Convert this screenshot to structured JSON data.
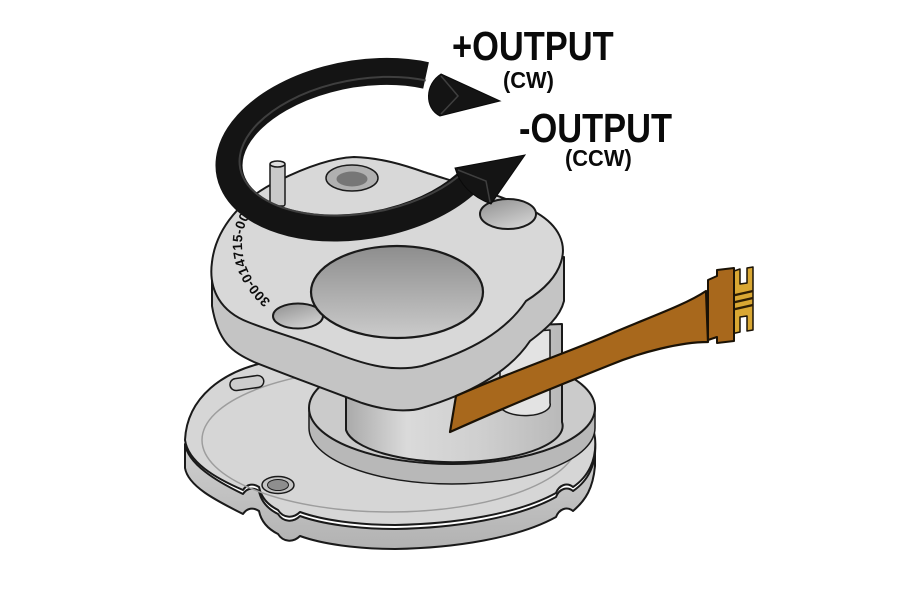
{
  "illustration": {
    "background": "#ffffff",
    "annotations": {
      "positive_output": {
        "label": "+OUTPUT",
        "direction": "(CW)"
      },
      "negative_output": {
        "label": "-OUTPUT",
        "direction": "(CCW)"
      }
    },
    "part_number": "300-014715-00 03",
    "colors": {
      "rotation_arrow": "#141414",
      "housing_gray": "#d8d8d8",
      "edge_outline": "#1a1a1a",
      "flex_cable": "#a8681c",
      "connector_contacts_gold": "#d9a733"
    }
  }
}
